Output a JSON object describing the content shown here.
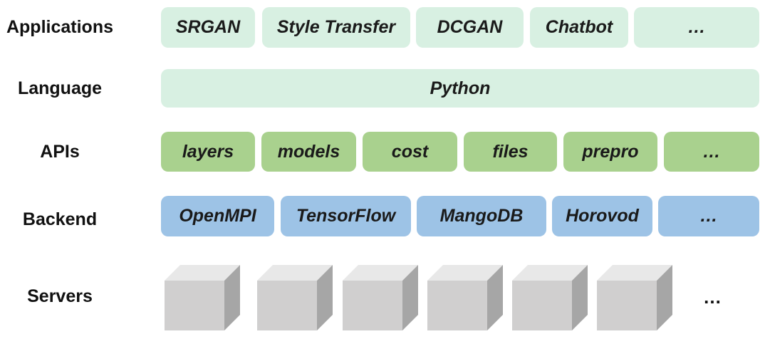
{
  "rows": {
    "applications": {
      "label": "Applications",
      "items": [
        "SRGAN",
        "Style Transfer",
        "DCGAN",
        "Chatbot",
        "…"
      ],
      "color": "#d8f0e2"
    },
    "language": {
      "label": "Language",
      "items": [
        "Python"
      ],
      "color": "#d8f0e2"
    },
    "apis": {
      "label": "APIs",
      "items": [
        "layers",
        "models",
        "cost",
        "files",
        "prepro",
        "…"
      ],
      "color": "#a9d18e"
    },
    "backend": {
      "label": "Backend",
      "items": [
        "OpenMPI",
        "TensorFlow",
        "MangoDB",
        "Horovod",
        "…"
      ],
      "color": "#9dc3e6"
    },
    "servers": {
      "label": "Servers",
      "icon": "server-cube-icon",
      "ellipsis": "…"
    }
  }
}
